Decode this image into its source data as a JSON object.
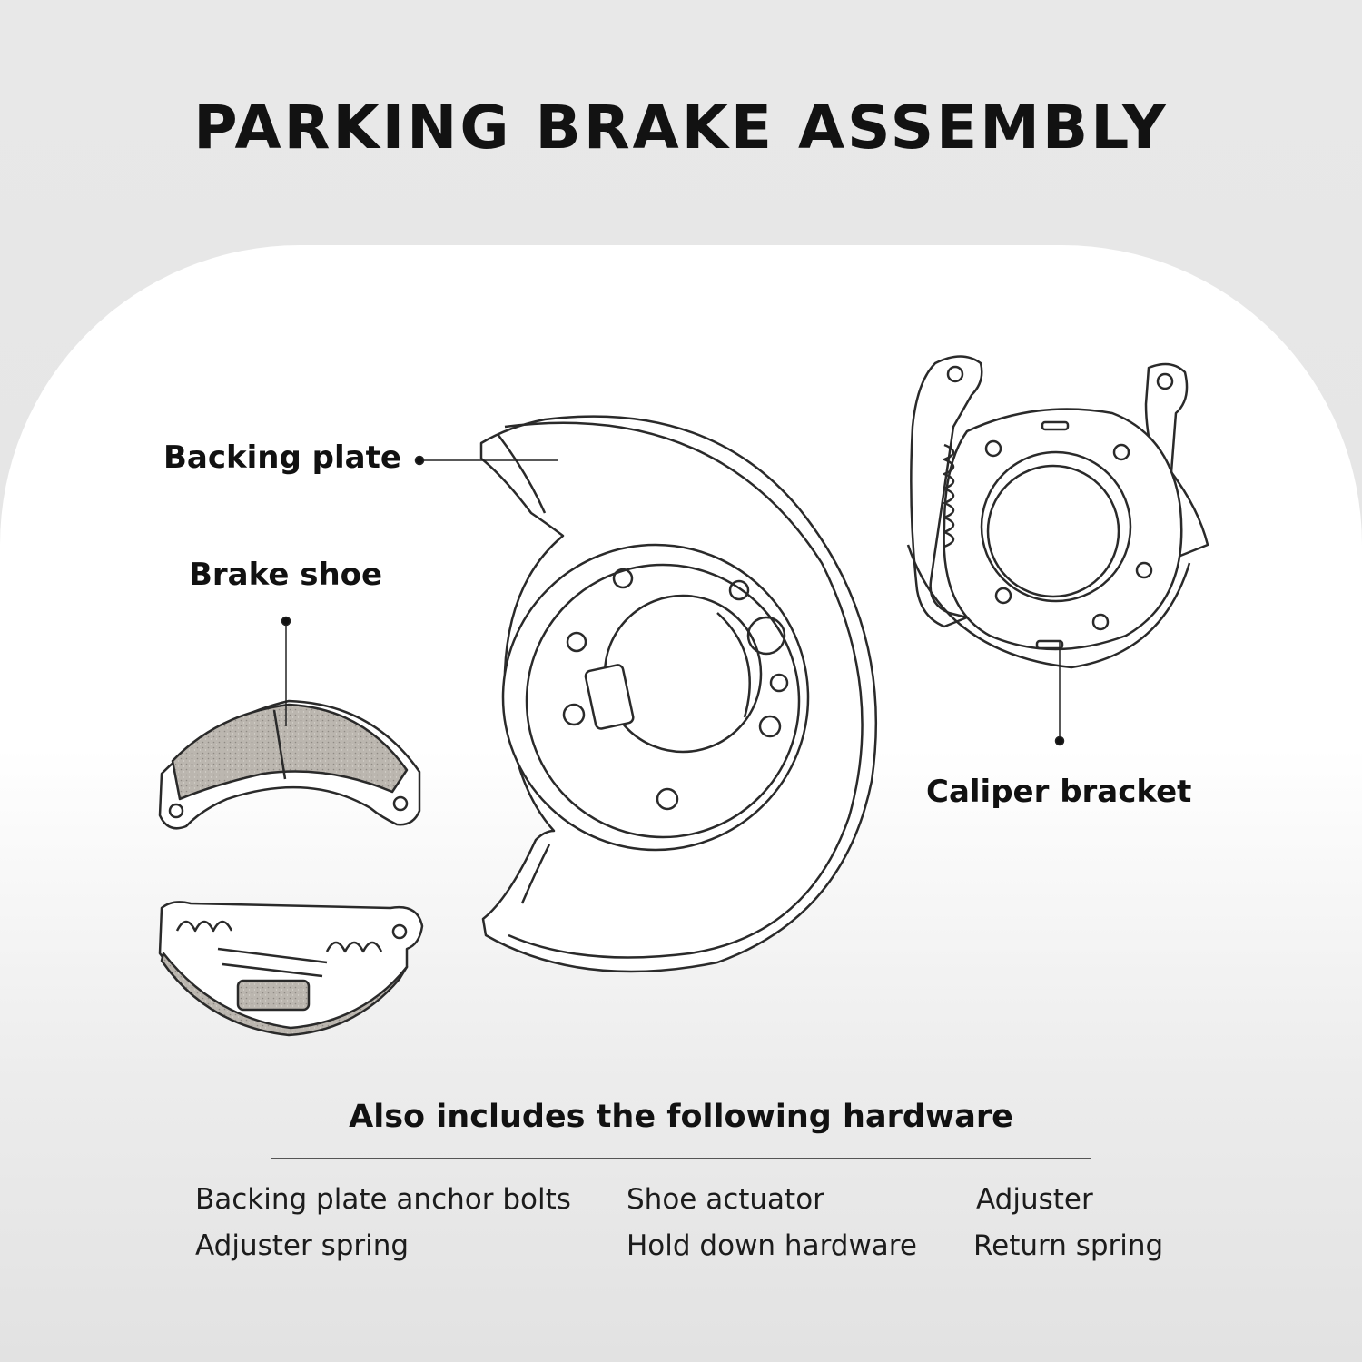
{
  "title": "PARKING BRAKE ASSEMBLY",
  "labels": {
    "backing_plate": "Backing plate",
    "brake_shoe": "Brake shoe",
    "caliper_bracket": "Caliper bracket"
  },
  "hardware": {
    "heading": "Also includes the following hardware",
    "items": [
      "Backing plate anchor bolts",
      "Shoe actuator",
      "Adjuster",
      "Adjuster spring",
      "Hold down hardware",
      "Return spring"
    ]
  },
  "colors": {
    "background": "#e4e4e4",
    "panel": "#ffffff",
    "text": "#111111",
    "friction_material": "#b9b4ad",
    "line_art": "#2a2a2a"
  }
}
